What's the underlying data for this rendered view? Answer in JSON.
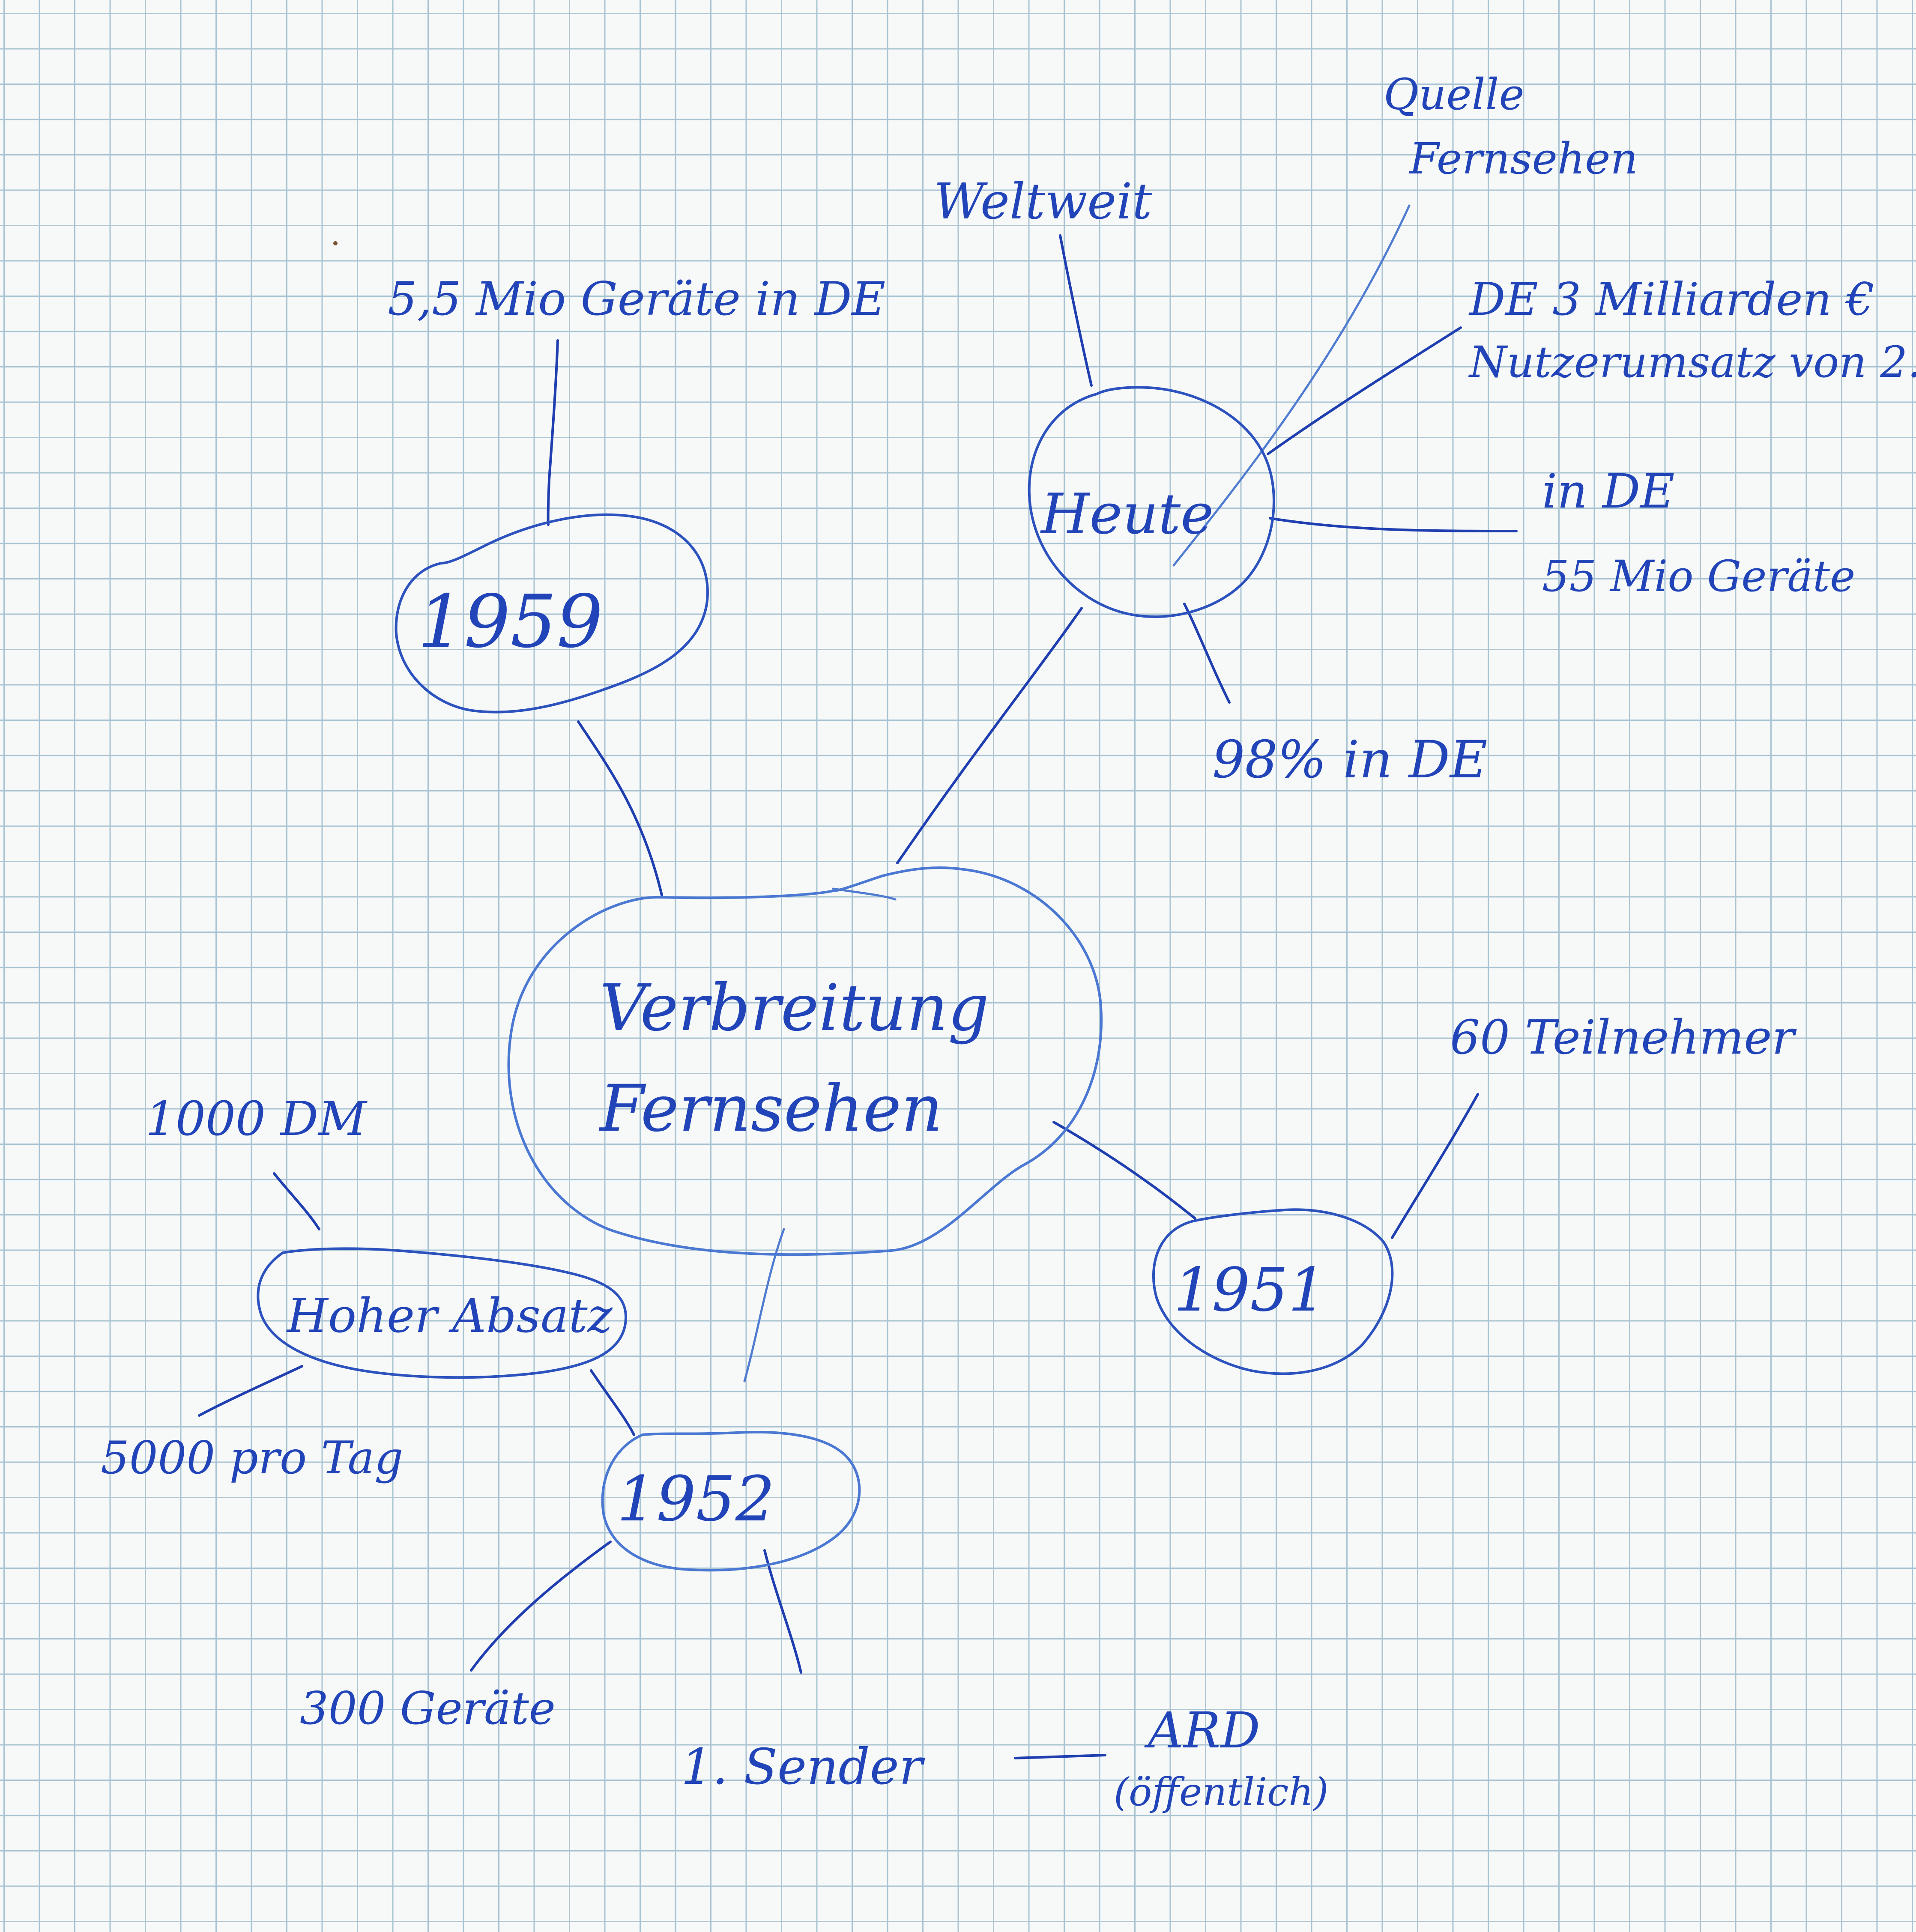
{
  "colors": {
    "ink_dark": "#1f3fb0",
    "ink_light": "#4f7bd0",
    "grid": "#a9c4d3",
    "paper": "#f7f8f8"
  },
  "center": {
    "line1": "Verbreitung",
    "line2": "Fernsehen"
  },
  "nodes": {
    "n1959": {
      "label": "1959",
      "note": "5,5 Mio Geräte in DE"
    },
    "heute": {
      "label": "Heute",
      "notes": {
        "weltweit": "Weltweit",
        "quelle_line1": "Quelle",
        "quelle_line2": "Fernsehen",
        "de_line1": "DE 3 Milliarden €",
        "de_line2": "Nutzerumsatz von 2.",
        "geraete_line1": "in DE",
        "geraete_line2": "55 Mio Geräte",
        "prozent": "98% in DE"
      }
    },
    "n1951": {
      "label": "1951",
      "note": "60 Teilnehmer"
    },
    "preis": {
      "label": "Hoher Absatz",
      "note_top": "1000 DM",
      "note_bottom": "5000 pro Tag"
    },
    "n1952": {
      "label": "1952",
      "note_geraete": "300 Geräte",
      "note_sender": "1. Sender",
      "ard_line1": "ARD",
      "ard_line2": "(öffentlich)"
    }
  }
}
